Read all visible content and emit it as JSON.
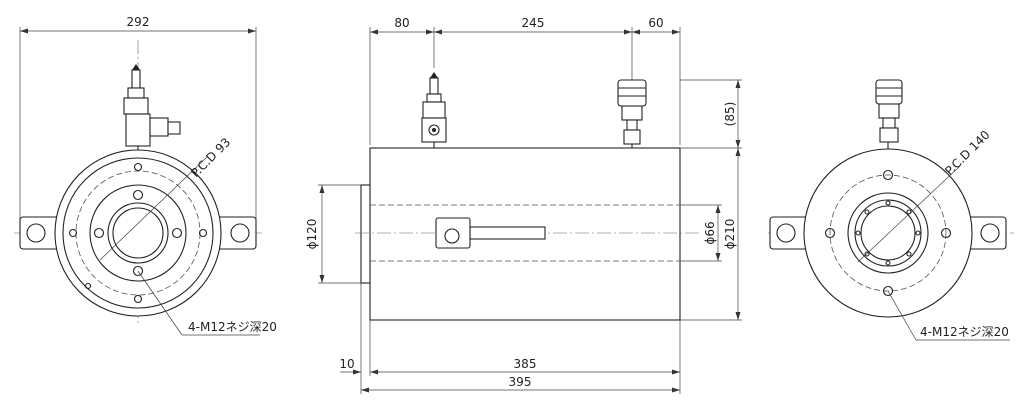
{
  "dimensions": {
    "left_width": "292",
    "top_80": "80",
    "top_245": "245",
    "top_60": "60",
    "right_85": "(85)",
    "bore_120": "ϕ120",
    "inner_66": "ϕ66",
    "outer_210": "ϕ210",
    "bottom_10": "10",
    "bottom_385": "385",
    "bottom_395": "395"
  },
  "annotations": {
    "pcd_left": "P.C.D 93",
    "pcd_right": "P.C.D 140",
    "thread_left": "4-M12ネジ深20",
    "thread_right": "4-M12ネジ深20"
  }
}
